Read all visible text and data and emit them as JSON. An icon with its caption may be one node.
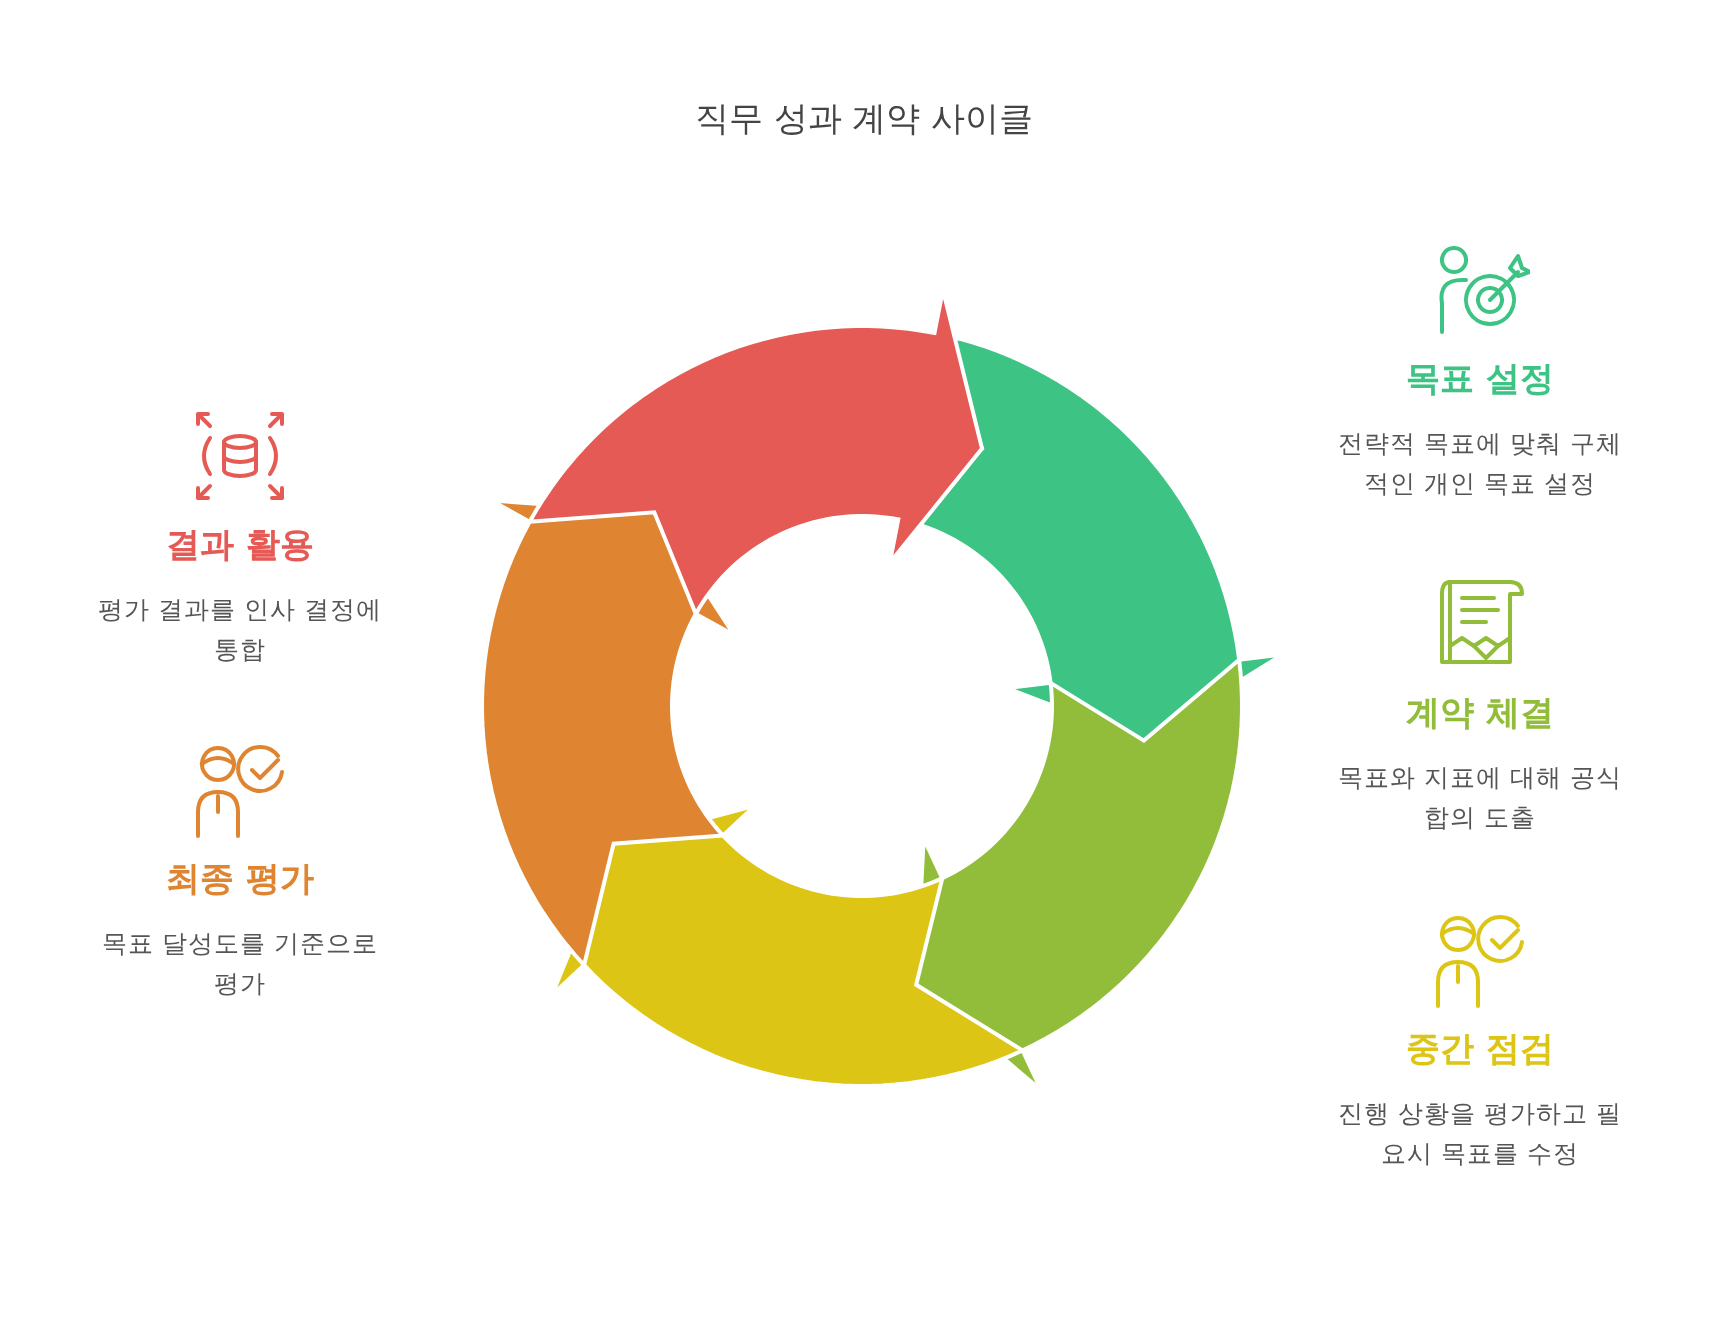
{
  "diagram": {
    "title": "직무 성과 계약 사이클",
    "nodes": [
      {
        "text": [
          "목표 설정",
          "전략적 목표에 맞춰 구체적인 개인 목표 설정"
        ]
      },
      {
        "text": [
          "계약 체결",
          "목표와 지표에 대해 공식 합의 도출"
        ]
      },
      {
        "text": [
          "중간 점검",
          "진행 상황을 평가하고 필요시 목표를 수정"
        ]
      },
      {
        "text": [
          "최종 평가",
          "목표 달성도를 기준으로 평가"
        ]
      },
      {
        "text": [
          "결과 활용",
          "평가 결과를 인사 결정에 통합"
        ]
      }
    ]
  }
}
